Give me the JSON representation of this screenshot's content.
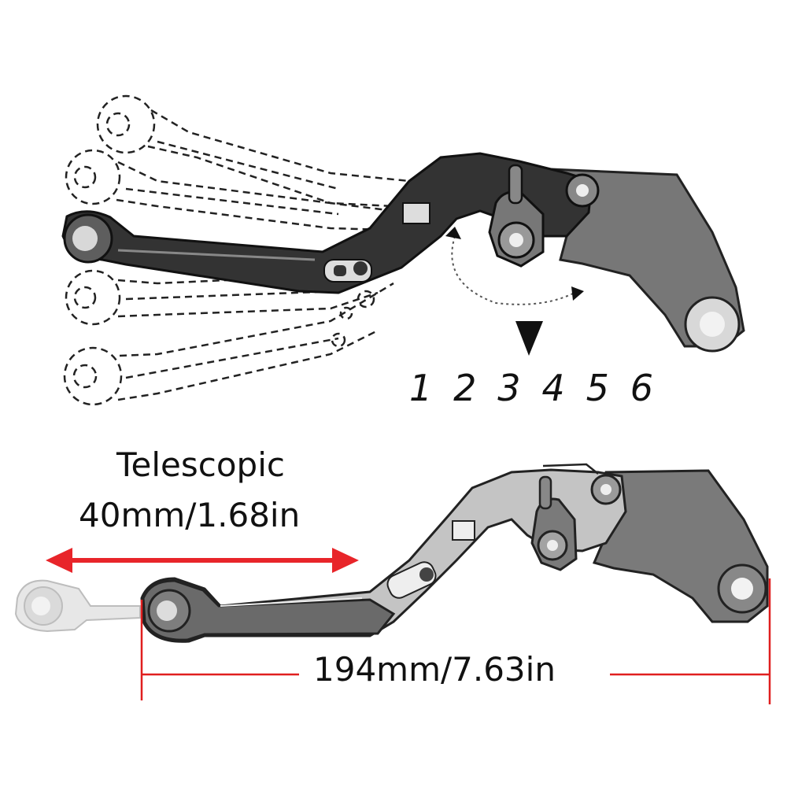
{
  "positions": [
    "1",
    "2",
    "3",
    "4",
    "5",
    "6"
  ],
  "telescopic": {
    "title": "Telescopic",
    "value": "40mm/1.68in"
  },
  "length": {
    "value": "194mm/7.63in"
  },
  "colors": {
    "dark_lever": "#333333",
    "mid_gray": "#777777",
    "light_lever": "#c4c4c4",
    "arrow_red": "#e8252a",
    "dim_line_red": "#e01f1f"
  }
}
